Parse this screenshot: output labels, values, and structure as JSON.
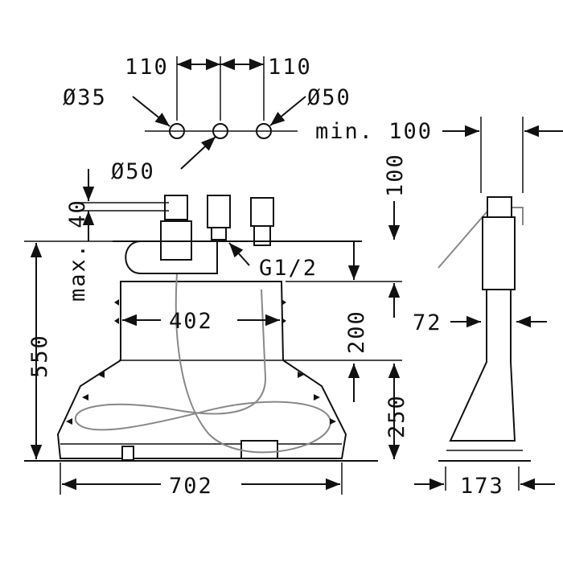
{
  "drawing": {
    "labels": {
      "spacing_left": "110",
      "spacing_right": "110",
      "dia_left": "Ø35",
      "dia_right": "Ø50",
      "dia_middle": "Ø50",
      "min_clearance": "min. 100",
      "height_above": "100",
      "max_deck": "max. 40",
      "thread": "G1/2",
      "total_height": "550",
      "body_width": "402",
      "upper_height": "200",
      "side_width": "72",
      "lower_height": "250",
      "total_width": "702",
      "depth": "173"
    }
  }
}
